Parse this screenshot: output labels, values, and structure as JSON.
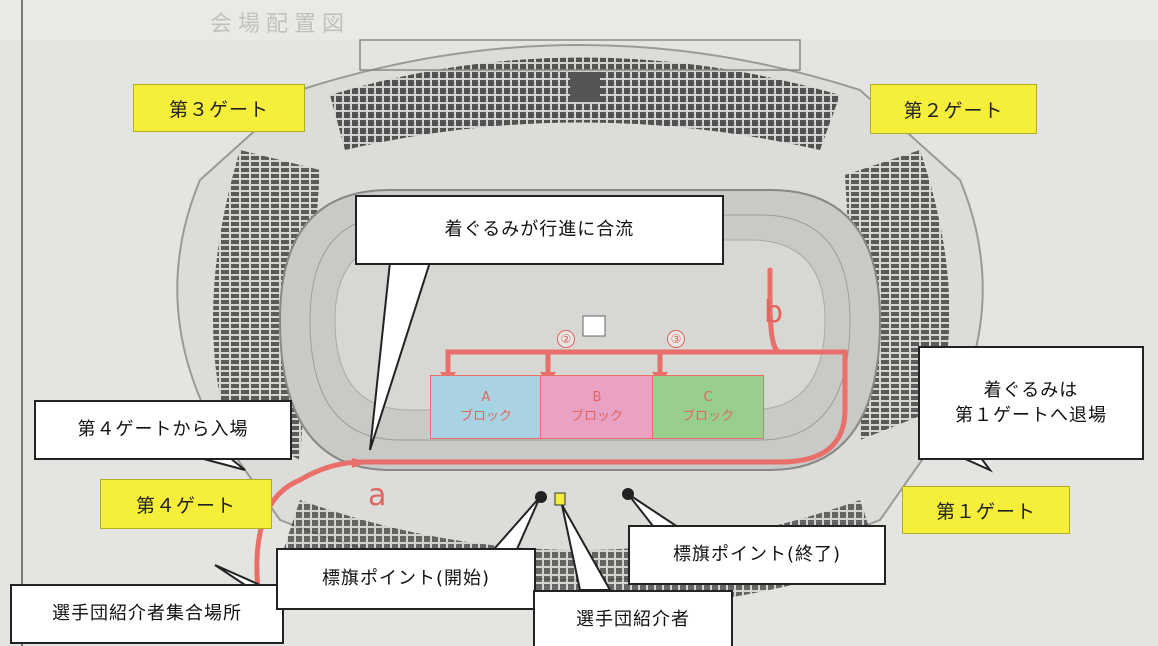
{
  "top_text": "会場配置図",
  "gates": {
    "gate1": "第１ゲート",
    "gate2": "第２ゲート",
    "gate3": "第３ゲート",
    "gate4": "第４ゲート"
  },
  "callouts": {
    "mascot_join": "着ぐるみが行進に合流",
    "mascot_exit_line1": "着ぐるみは",
    "mascot_exit_line2": "第１ゲートへ退場",
    "enter_gate4": "第４ゲートから入場",
    "introducer_assembly": "選手団紹介者集合場所",
    "flag_start": "標旗ポイント(開始)",
    "flag_end": "標旗ポイント(終了)",
    "introducer": "選手団紹介者"
  },
  "blocks": [
    {
      "letter": "A",
      "label": "ブロック",
      "color": "#a9d3e3"
    },
    {
      "letter": "B",
      "label": "ブロック",
      "color": "#e9a1c4"
    },
    {
      "letter": "C",
      "label": "ブロック",
      "color": "#99cf8e"
    }
  ],
  "route": {
    "label_a": "a",
    "label_b": "b",
    "marker_2": "②",
    "marker_3": "③",
    "color": "#e9706a"
  },
  "colors": {
    "gate_fill": "#f5ee3a",
    "callout_border": "#222222"
  }
}
